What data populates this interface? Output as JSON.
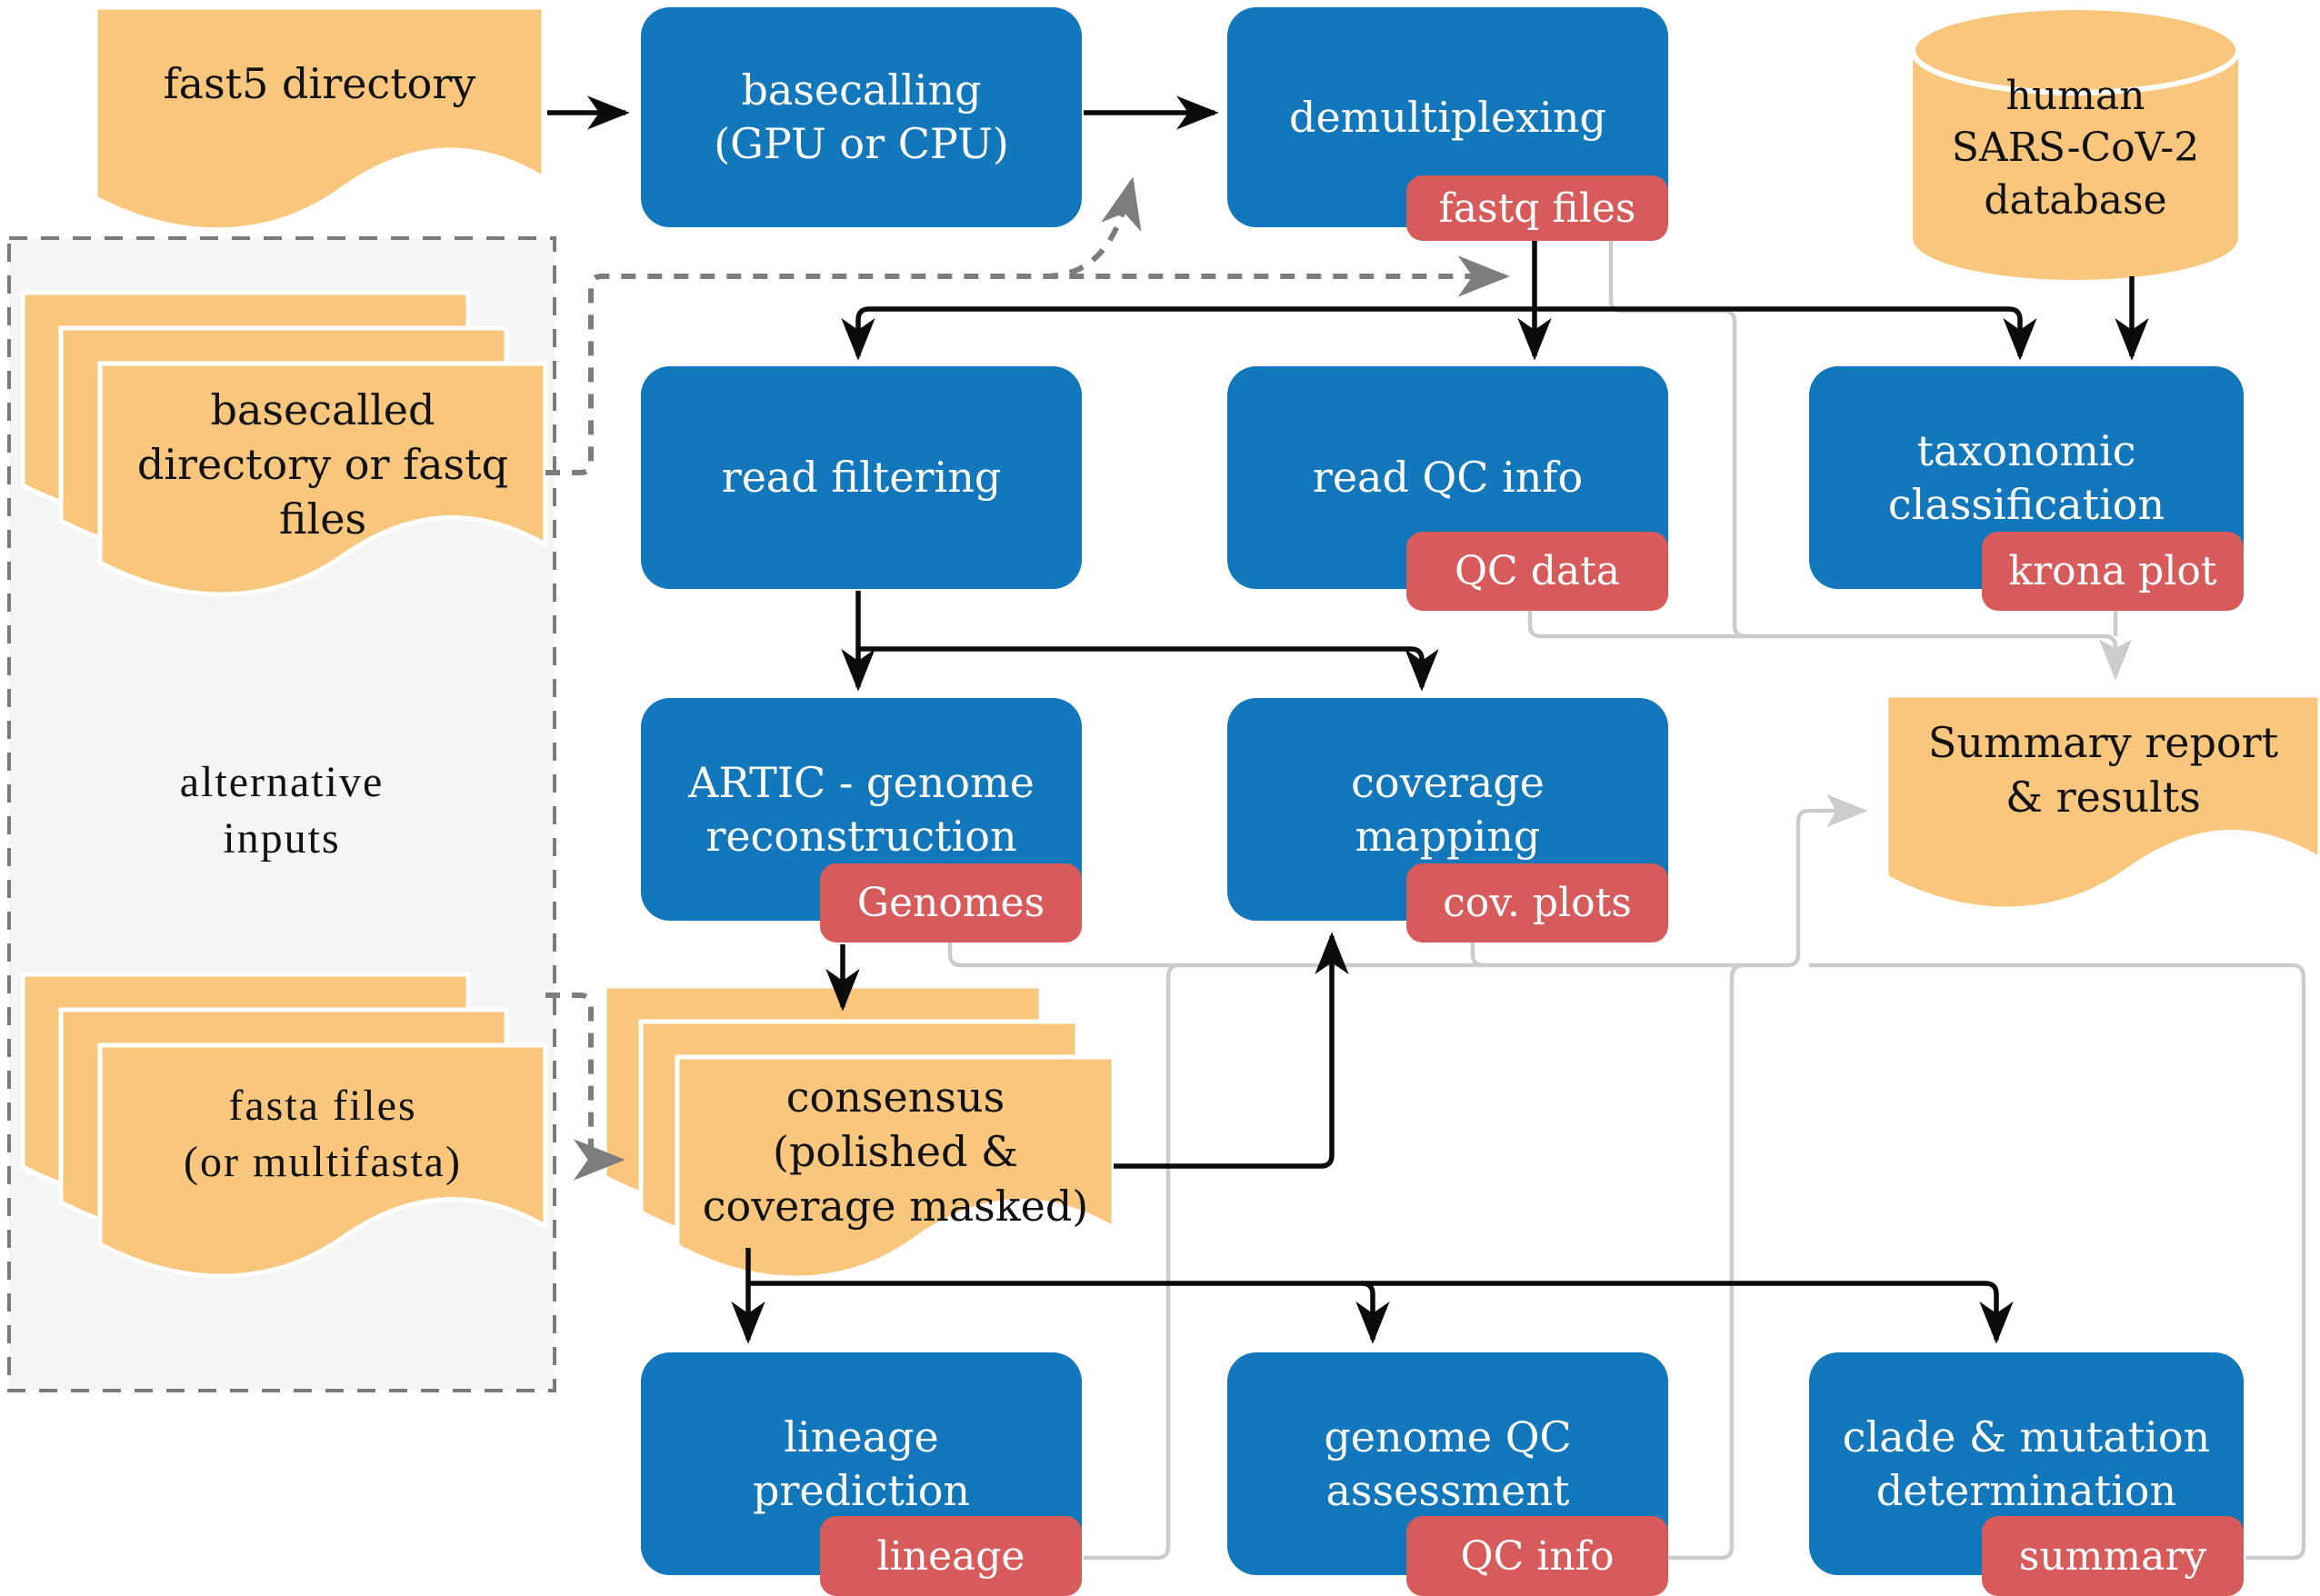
{
  "diagram": {
    "colors": {
      "node_fill": "#1277bb",
      "node_text": "#ffffff",
      "badge_fill": "#d75b5b",
      "badge_text": "#ffffff",
      "doc_fill": "#f9c67d",
      "doc_stroke": "#ffffff",
      "doc_text": "#111111",
      "alt_box_fill": "#f5f5f5",
      "alt_box_stroke": "#7a7a7a",
      "edge_black": "#0b0b0b",
      "edge_dashed": "#7d7d7d",
      "edge_light": "#cccccc",
      "page_bg": "#ffffff"
    },
    "nodes": {
      "fast5": {
        "label": "fast5 directory"
      },
      "basecalling": {
        "label": "basecalling\n(GPU or CPU)"
      },
      "demultiplexing": {
        "label": "demultiplexing",
        "badge": "fastq files"
      },
      "database": {
        "label": "human\nSARS-CoV-2\ndatabase"
      },
      "alt_inputs": {
        "label": "alternative\ninputs",
        "basecalled": "basecalled\ndirectory or fastq\nfiles",
        "fasta": "fasta files\n(or multifasta)"
      },
      "read_filtering": {
        "label": "read filtering"
      },
      "read_qc": {
        "label": "read QC info",
        "badge": "QC data"
      },
      "taxonomic": {
        "label": "taxonomic\nclassification",
        "badge": "krona plot"
      },
      "artic": {
        "label": "ARTIC - genome\nreconstruction",
        "badge": "Genomes"
      },
      "coverage": {
        "label": "coverage\nmapping",
        "badge": "cov. plots"
      },
      "summary_report": {
        "label": "Summary report\n& results"
      },
      "consensus": {
        "label": "consensus\n(polished &\ncoverage masked)"
      },
      "lineage": {
        "label": "lineage\nprediction",
        "badge": "lineage"
      },
      "genome_qc": {
        "label": "genome QC\nassessment",
        "badge": "QC info"
      },
      "clade": {
        "label": "clade & mutation\ndetermination",
        "badge": "summary"
      }
    }
  }
}
